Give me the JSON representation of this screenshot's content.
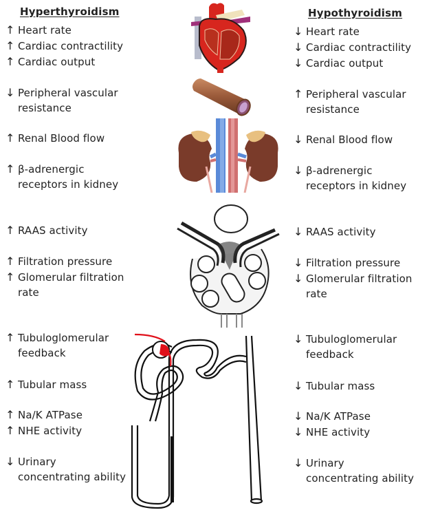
{
  "hyper": {
    "title": "Hyperthyroidism",
    "items": [
      {
        "arrow": "↑",
        "text": "Heart rate"
      },
      {
        "arrow": "↑",
        "text": "Cardiac contractility"
      },
      {
        "arrow": "↑",
        "text": "Cardiac output"
      },
      {
        "arrow": "↓",
        "text": "Peripheral vascular",
        "line2": "resistance"
      },
      {
        "arrow": "↑",
        "text": "Renal Blood flow"
      },
      {
        "arrow": "↑",
        "text": "β-adrenergic",
        "line2": "receptors in kidney"
      },
      {
        "arrow": "↑",
        "text": "RAAS activity"
      },
      {
        "arrow": "↑",
        "text": "Filtration pressure"
      },
      {
        "arrow": "↑",
        "text": "Glomerular filtration",
        "line2": "rate"
      },
      {
        "arrow": "↑",
        "text": "Tubuloglomerular",
        "line2": "feedback"
      },
      {
        "arrow": "↑",
        "text": "Tubular mass"
      },
      {
        "arrow": "↑",
        "text": "Na/K ATPase"
      },
      {
        "arrow": "↑",
        "text": "NHE activity"
      },
      {
        "arrow": "↓",
        "text": "Urinary",
        "line2": "concentrating ability"
      }
    ]
  },
  "hypo": {
    "title": "Hypothyroidism",
    "items": [
      {
        "arrow": "↓",
        "text": "Heart rate"
      },
      {
        "arrow": "↓",
        "text": "Cardiac contractility"
      },
      {
        "arrow": "↓",
        "text": "Cardiac output"
      },
      {
        "arrow": "↑",
        "text": "Peripheral vascular",
        "line2": "resistance"
      },
      {
        "arrow": "↓",
        "text": "Renal Blood flow"
      },
      {
        "arrow": "↓",
        "text": "β-adrenergic",
        "line2": "receptors in kidney"
      },
      {
        "arrow": "↓",
        "text": "RAAS activity"
      },
      {
        "arrow": "↓",
        "text": "Filtration pressure"
      },
      {
        "arrow": "↓",
        "text": "Glomerular filtration",
        "line2": "rate"
      },
      {
        "arrow": "↓",
        "text": "Tubuloglomerular",
        "line2": "feedback"
      },
      {
        "arrow": "↓",
        "text": "Tubular mass"
      },
      {
        "arrow": "↓",
        "text": "Na/K ATPase"
      },
      {
        "arrow": "↓",
        "text": "NHE activity"
      },
      {
        "arrow": "↓",
        "text": "Urinary",
        "line2": "concentrating ability"
      }
    ]
  },
  "figures": {
    "heart": "heart-illustration",
    "vessel": "blood-vessel-illustration",
    "kidneys": "kidneys-illustration",
    "glomerulus": "glomerulus-illustration",
    "nephron": "nephron-illustration"
  },
  "colors": {
    "text": "#222222",
    "heart_red": "#d7261e",
    "vessel_brown": "#9a5a3a",
    "kidney_brown": "#7a3b2a",
    "vein_blue": "#4a7fd0",
    "artery_red": "#d06060",
    "macula_red": "#e0101a"
  }
}
